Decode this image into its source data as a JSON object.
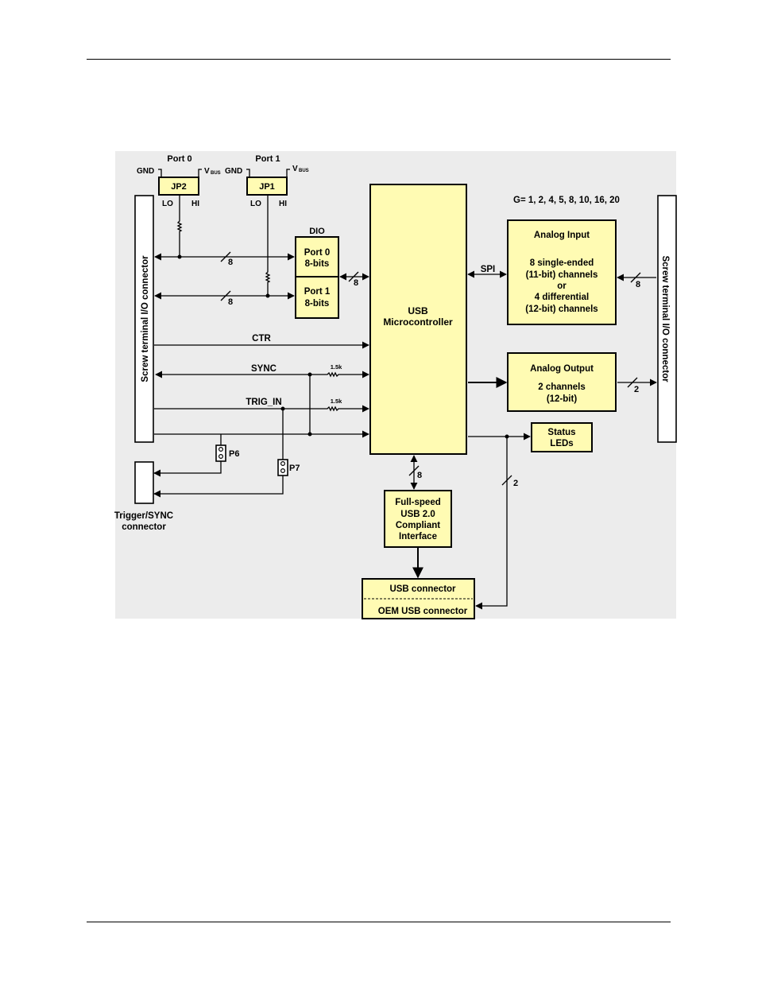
{
  "diagram": {
    "ports": {
      "port0_title": "Port 0",
      "port1_title": "Port 1",
      "gnd": "GND",
      "vbus_main": "V",
      "vbus_sub": "BUS",
      "jp2": "JP2",
      "jp1": "JP1",
      "lo": "LO",
      "hi": "HI"
    },
    "screw_terminal_label": "Screw terminal I/O connector",
    "dio": {
      "title": "DIO",
      "port0_line1": "Port 0",
      "port0_line2": "8-bits",
      "port1_line1": "Port 1",
      "port1_line2": "8-bits"
    },
    "bus_width_8": "8",
    "bus_width_2": "2",
    "signals": {
      "ctr": "CTR",
      "sync": "SYNC",
      "trig_in": "TRIG_IN",
      "resistor": "1.5k"
    },
    "jumpers": {
      "p6": "P6",
      "p7": "P7"
    },
    "trigger_connector": {
      "line1": "Trigger/SYNC",
      "line2": "connector"
    },
    "usb_micro": {
      "line1": "USB",
      "line2": "Microcontroller"
    },
    "spi": "SPI",
    "gain": "G= 1, 2, 4, 5, 8, 10, 16, 20",
    "analog_input": {
      "title": "Analog Input",
      "line1": "8 single-ended",
      "line2": "(11-bit) channels",
      "line3": "or",
      "line4": "4 differential",
      "line5": "(12-bit) channels"
    },
    "analog_output": {
      "title": "Analog Output",
      "line1": "2 channels",
      "line2": "(12-bit)"
    },
    "status_leds": {
      "line1": "Status",
      "line2": "LEDs"
    },
    "usb_interface": {
      "line1": "Full-speed",
      "line2": "USB 2.0",
      "line3": "Compliant",
      "line4": "Interface"
    },
    "usb_connector": {
      "top": "USB connector",
      "bottom": "OEM USB connector"
    },
    "colors": {
      "block_fill": "#fffbb3",
      "diagram_bg": "#ececec"
    }
  }
}
